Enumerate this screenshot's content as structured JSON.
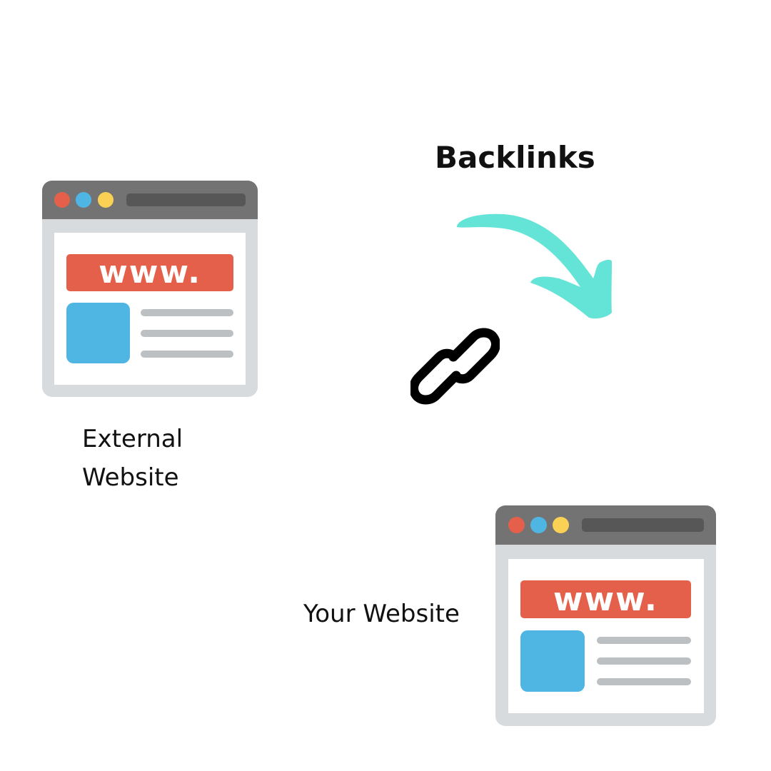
{
  "title": "Backlinks",
  "external": {
    "label_line1": "External",
    "label_line2": "Website",
    "banner": "www."
  },
  "yours": {
    "label": "Your Website",
    "banner": "www."
  },
  "icons": {
    "arrow": "curved-arrow-icon",
    "link": "chain-link-icon"
  },
  "colors": {
    "titlebar": "#737373",
    "urlbar": "#575757",
    "frame": "#d8dbde",
    "banner": "#e5604a",
    "image_block": "#4fb6e4",
    "dot_red": "#e5604a",
    "dot_blue": "#4fb6e4",
    "dot_yellow": "#fbd155",
    "arrow": "#64e4d6",
    "text_lines": "#bcc0c2"
  }
}
